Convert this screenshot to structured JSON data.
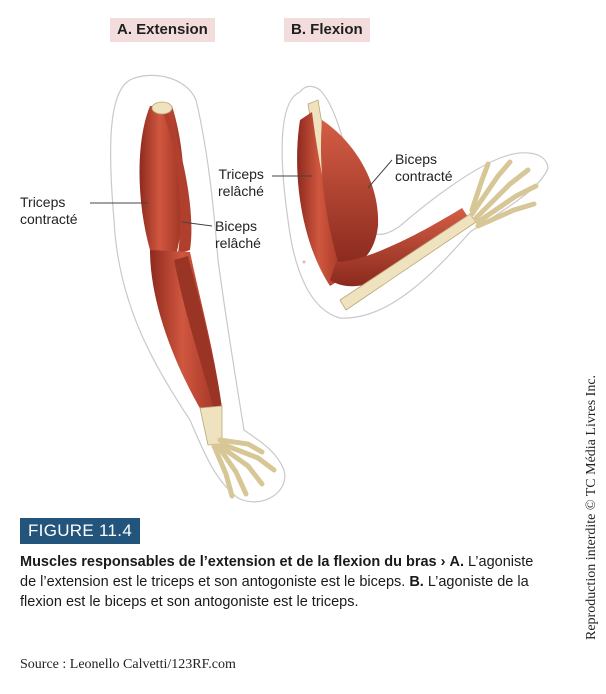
{
  "panels": {
    "extension": {
      "title": "A. Extension"
    },
    "flexion": {
      "title": "B. Flexion"
    }
  },
  "labels": {
    "triceps_contracte": "Triceps\ncontracté",
    "biceps_relache": "Biceps\nrelâché",
    "triceps_relache": "Triceps\nrelâché",
    "biceps_contracte": "Biceps\ncontracté"
  },
  "figure": {
    "badge": "FIGURE 11.4",
    "caption_title": "Muscles responsables de l’extension et de la flexion du bras",
    "arrow": "›",
    "part_a_label": "A.",
    "part_a_text": "L’agoniste de l’extension est le triceps et son antogoniste est le biceps.",
    "part_b_label": "B.",
    "part_b_text": "L’agoniste de la flexion est le biceps et son antogoniste est le triceps."
  },
  "source": "Source : Leonello Calvetti/123RF.com",
  "copyright": "Reproduction interdite © TC Média Livres Inc.",
  "colors": {
    "muscle": "#c24a37",
    "muscle_dark": "#8e2a1f",
    "bone": "#efe2be",
    "badge": "#22547c",
    "title_bg": "#f3dcdc"
  }
}
